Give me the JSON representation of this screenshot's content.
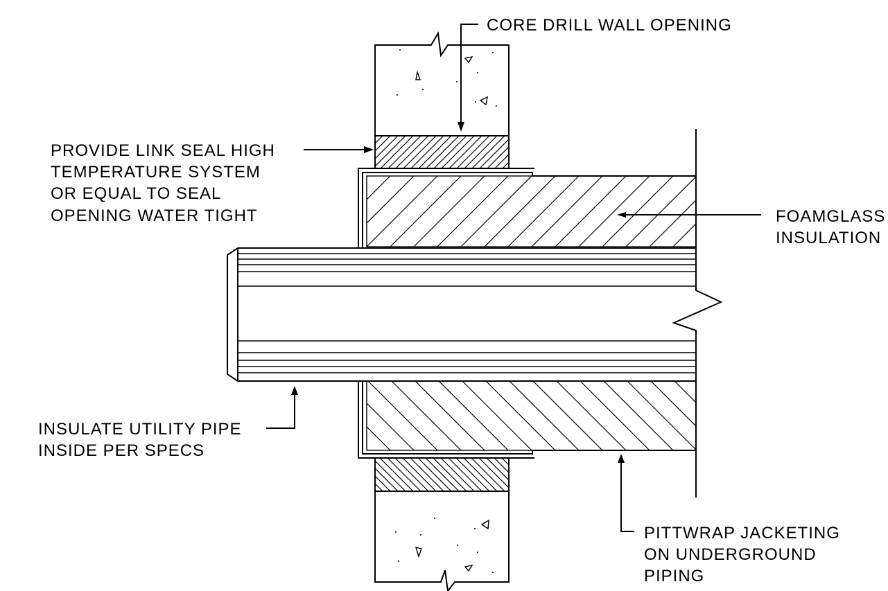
{
  "labels": {
    "core_drill": "CORE DRILL WALL OPENING",
    "link_seal": [
      "PROVIDE LINK SEAL HIGH",
      "TEMPERATURE SYSTEM",
      "OR EQUAL TO SEAL",
      "OPENING WATER TIGHT"
    ],
    "foamglass": [
      "FOAMGLASS",
      "INSULATION"
    ],
    "insulate_pipe": [
      "INSULATE UTILITY PIPE",
      "INSIDE PER SPECS"
    ],
    "pittwrap": [
      "PITTWRAP JACKETING",
      "ON UNDERGROUND",
      "PIPING"
    ]
  }
}
